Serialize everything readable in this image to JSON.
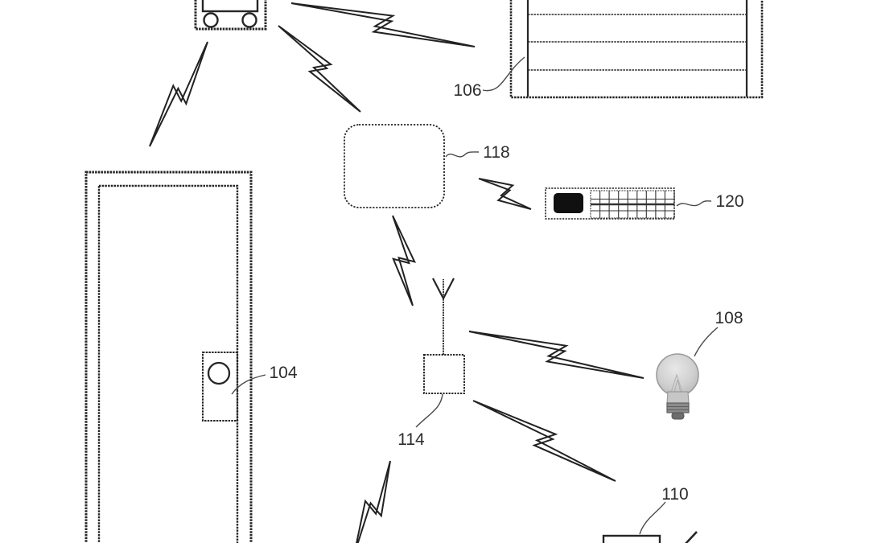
{
  "figure": {
    "background": "#ffffff",
    "line_color": "#262626",
    "labels": {
      "door": "104",
      "garage_door": "106",
      "light_bulb": "108",
      "appliance": "110",
      "hub": "114",
      "gateway": "118",
      "remote": "120"
    },
    "components": [
      {
        "id": "garage-door-opener",
        "label": ""
      },
      {
        "id": "garage-door",
        "label": "106"
      },
      {
        "id": "gateway-box",
        "label": "118"
      },
      {
        "id": "remote-keypad",
        "label": "120"
      },
      {
        "id": "door-with-lock",
        "label": "104"
      },
      {
        "id": "wireless-hub-antenna",
        "label": "114"
      },
      {
        "id": "light-bulb",
        "label": "108"
      },
      {
        "id": "appliance-box",
        "label": "110"
      }
    ],
    "connections": [
      {
        "from": "garage-door-opener",
        "to": "door-with-lock"
      },
      {
        "from": "garage-door-opener",
        "to": "garage-door"
      },
      {
        "from": "garage-door-opener",
        "to": "gateway-box"
      },
      {
        "from": "gateway-box",
        "to": "wireless-hub-antenna"
      },
      {
        "from": "gateway-box",
        "to": "remote-keypad"
      },
      {
        "from": "wireless-hub-antenna",
        "to": "light-bulb"
      },
      {
        "from": "wireless-hub-antenna",
        "to": "appliance-box"
      },
      {
        "from": "wireless-hub-antenna",
        "to": "offscreen-bottom"
      }
    ]
  }
}
